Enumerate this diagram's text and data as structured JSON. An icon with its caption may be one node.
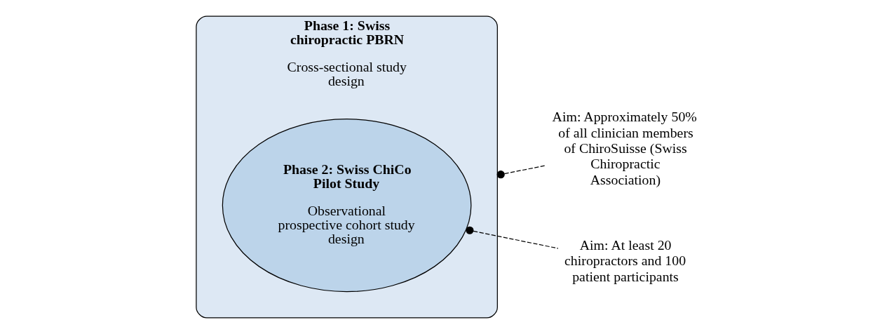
{
  "diagram": {
    "nodes": [
      {
        "text": [
          "Phase 1: Swiss chiropractic PBRN",
          "Cross-sectional study design"
        ]
      },
      {
        "text": [
          "Phase 2: Swiss ChiCo Pilot Study",
          "Observational prospective cohort study design"
        ],
        "in": 0
      },
      {
        "text": [
          "Aim: Approximately 50% of all clinician members of ChiroSuisse (Swiss Chiropractic Association)"
        ]
      },
      {
        "text": [
          "Aim: At least 20 chiropractors and 100 patient participants"
        ]
      }
    ],
    "edges": [
      {
        "from": 0,
        "to": 2,
        "arrow": "other",
        "style": "dashed"
      },
      {
        "from": 1,
        "to": 3,
        "arrow": "other",
        "style": "dashed"
      }
    ]
  }
}
